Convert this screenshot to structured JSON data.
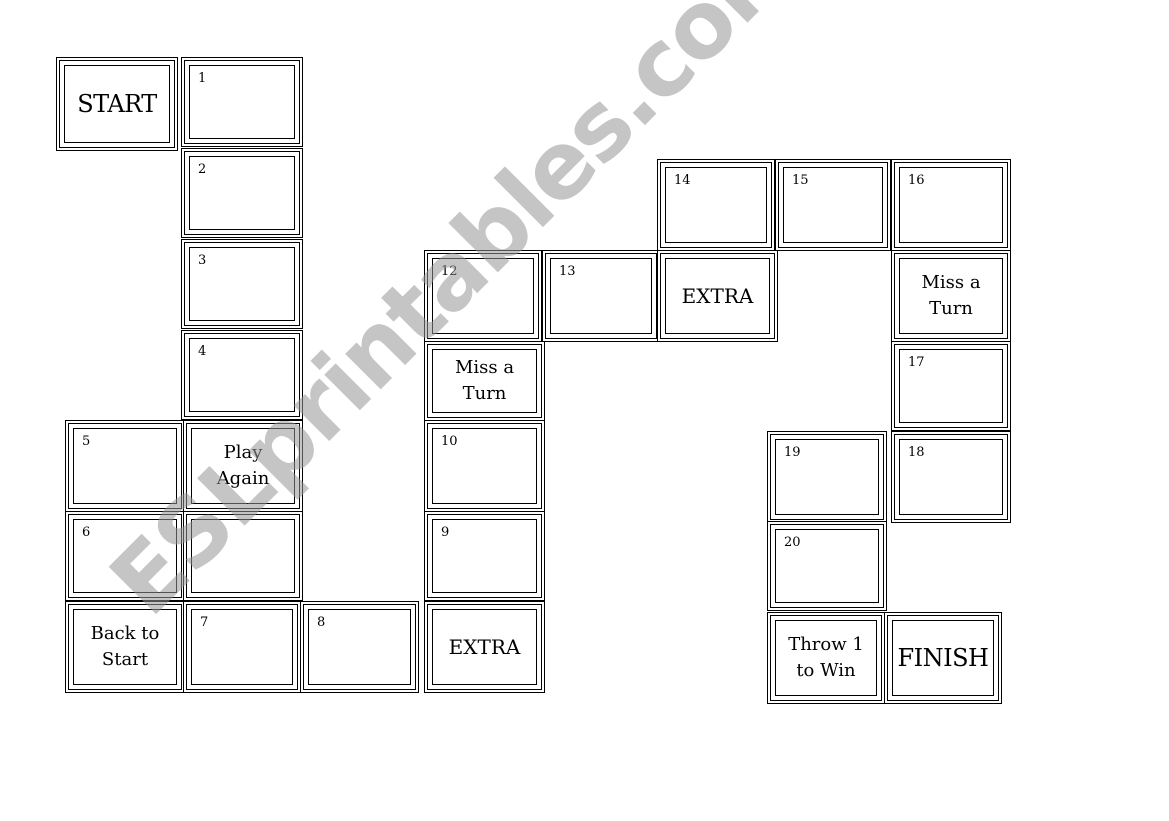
{
  "board": {
    "squares": [
      {
        "id": "start",
        "number": "",
        "label": "START"
      },
      {
        "id": "s1",
        "number": "1",
        "label": ""
      },
      {
        "id": "s2",
        "number": "2",
        "label": ""
      },
      {
        "id": "s3",
        "number": "3",
        "label": ""
      },
      {
        "id": "s4",
        "number": "4",
        "label": ""
      },
      {
        "id": "s5",
        "number": "5",
        "label": ""
      },
      {
        "id": "play-again",
        "number": "",
        "label": "Play\nAgain"
      },
      {
        "id": "s6",
        "number": "6",
        "label": ""
      },
      {
        "id": "blank-a",
        "number": "",
        "label": ""
      },
      {
        "id": "back-to-start",
        "number": "",
        "label": "Back to\nStart"
      },
      {
        "id": "s7",
        "number": "7",
        "label": ""
      },
      {
        "id": "s8",
        "number": "8",
        "label": ""
      },
      {
        "id": "extra-1",
        "number": "",
        "label": "EXTRA"
      },
      {
        "id": "s9",
        "number": "9",
        "label": ""
      },
      {
        "id": "s10",
        "number": "10",
        "label": ""
      },
      {
        "id": "miss-turn-1",
        "number": "",
        "label": "Miss a\nTurn"
      },
      {
        "id": "s12",
        "number": "12",
        "label": ""
      },
      {
        "id": "s13",
        "number": "13",
        "label": ""
      },
      {
        "id": "extra-2",
        "number": "",
        "label": "EXTRA"
      },
      {
        "id": "s14",
        "number": "14",
        "label": ""
      },
      {
        "id": "s15",
        "number": "15",
        "label": ""
      },
      {
        "id": "s16",
        "number": "16",
        "label": ""
      },
      {
        "id": "miss-turn-2",
        "number": "",
        "label": "Miss a\nTurn"
      },
      {
        "id": "s17",
        "number": "17",
        "label": ""
      },
      {
        "id": "s18",
        "number": "18",
        "label": ""
      },
      {
        "id": "s19",
        "number": "19",
        "label": ""
      },
      {
        "id": "s20",
        "number": "20",
        "label": ""
      },
      {
        "id": "blank-b",
        "number": "",
        "label": ""
      },
      {
        "id": "throw-to-win",
        "number": "",
        "label": "Throw 1\nto Win"
      },
      {
        "id": "finish",
        "number": "",
        "label": "FINISH"
      }
    ]
  },
  "watermark": "ESLprintables.com"
}
